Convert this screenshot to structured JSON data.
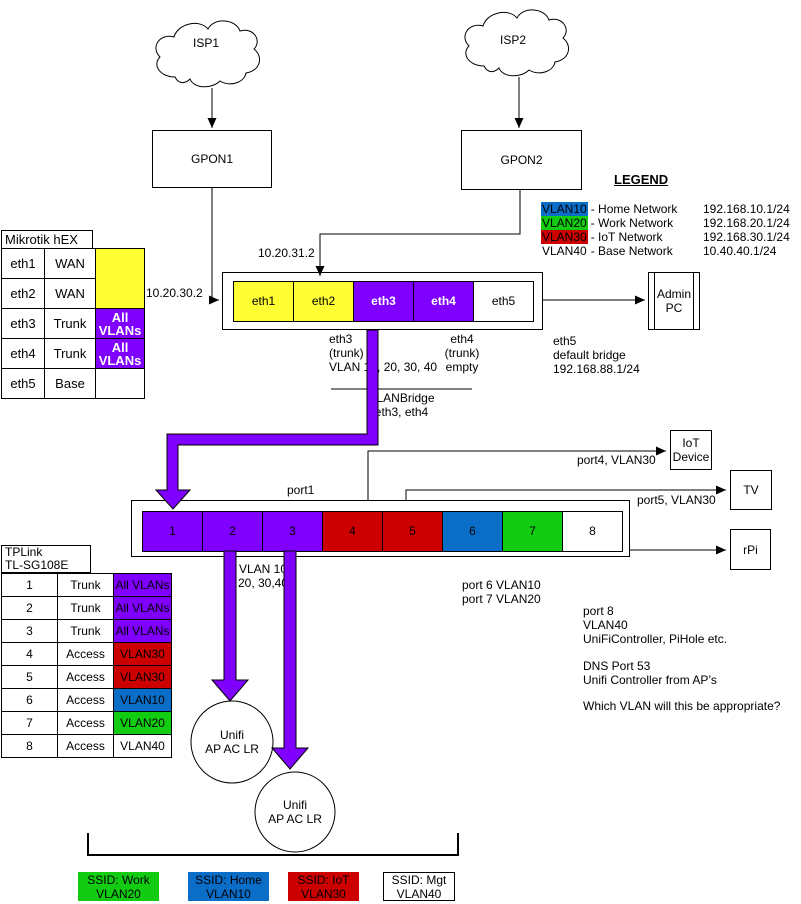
{
  "colors": {
    "purple": "#7F00FF",
    "yellow": "#FFFF33",
    "red": "#CC0000",
    "blue": "#0A6EC8",
    "green": "#12CC12"
  },
  "isp1": {
    "label": "ISP1"
  },
  "isp2": {
    "label": "ISP2"
  },
  "gpon1": {
    "label": "GPON1"
  },
  "gpon2": {
    "label": "GPON2"
  },
  "legend": {
    "title": "LEGEND",
    "rows": [
      {
        "vlan": "VLAN10",
        "desc": "- Home Network",
        "subnet": "192.168.10.1/24",
        "color": "#0A6EC8"
      },
      {
        "vlan": "VLAN20",
        "desc": "- Work Network",
        "subnet": "192.168.20.1/24",
        "color": "#12CC12"
      },
      {
        "vlan": "VLAN30",
        "desc": "- IoT Network",
        "subnet": "192.168.30.1/24",
        "color": "#CC0000"
      },
      {
        "vlan": "VLAN40",
        "desc": "- Base Network",
        "subnet": "10.40.40.1/24",
        "color": "none"
      }
    ]
  },
  "mikrotik": {
    "title": "Mikrotik hEX",
    "rows": [
      {
        "port": "eth1",
        "role": "WAN",
        "vlan": ""
      },
      {
        "port": "eth2",
        "role": "WAN",
        "vlan": ""
      },
      {
        "port": "eth3",
        "role": "Trunk",
        "vlan_line1": "All",
        "vlan_line2": "VLANs"
      },
      {
        "port": "eth4",
        "role": "Trunk",
        "vlan_line1": "All",
        "vlan_line2": "VLANs"
      },
      {
        "port": "eth5",
        "role": "Base",
        "vlan": ""
      }
    ]
  },
  "router": {
    "ports": [
      {
        "label": "eth1"
      },
      {
        "label": "eth2"
      },
      {
        "label": "eth3"
      },
      {
        "label": "eth4"
      },
      {
        "label": "eth5"
      }
    ],
    "wan1_ip": "10.20.30.2",
    "wan2_ip": "10.20.31.2",
    "eth3_note": {
      "l1": "eth3",
      "l2": "(trunk)",
      "l3": "VLAN 10, 20, 30, 40"
    },
    "eth4_note": {
      "l1": "eth4",
      "l2": "(trunk)",
      "l3": "empty"
    },
    "eth5_note": {
      "l1": "eth5",
      "l2": "default bridge",
      "l3": "192.168.88.1/24"
    },
    "bridge_note": {
      "l1": "VLANBridge",
      "l2": "eth3, eth4"
    }
  },
  "admin_pc": {
    "l1": "Admin",
    "l2": "PC"
  },
  "switch": {
    "ports": [
      {
        "label": "1"
      },
      {
        "label": "2"
      },
      {
        "label": "3"
      },
      {
        "label": "4"
      },
      {
        "label": "5"
      },
      {
        "label": "6"
      },
      {
        "label": "7"
      },
      {
        "label": "8"
      }
    ],
    "port1_label": "port1",
    "trunk_note": {
      "l1": "VLAN 10",
      "l2": "20, 30,40"
    },
    "port4_label": "port4, VLAN30",
    "port5_label": "port5, VLAN30",
    "port67_note": {
      "l1": "port 6 VLAN10",
      "l2": "port 7 VLAN20"
    },
    "port8_note": {
      "l1": "port 8",
      "l2": "VLAN40",
      "l3": "UniFiController, PiHole etc."
    }
  },
  "tplink": {
    "title_l1": "TPLink",
    "title_l2": "TL-SG108E",
    "rows": [
      {
        "port": "1",
        "mode": "Trunk",
        "vlan": "All VLANs"
      },
      {
        "port": "2",
        "mode": "Trunk",
        "vlan": "All VLANs"
      },
      {
        "port": "3",
        "mode": "Trunk",
        "vlan": "All VLANs"
      },
      {
        "port": "4",
        "mode": "Access",
        "vlan": "VLAN30"
      },
      {
        "port": "5",
        "mode": "Access",
        "vlan": "VLAN30"
      },
      {
        "port": "6",
        "mode": "Access",
        "vlan": "VLAN10"
      },
      {
        "port": "7",
        "mode": "Access",
        "vlan": "VLAN20"
      },
      {
        "port": "8",
        "mode": "Access",
        "vlan": "VLAN40"
      }
    ]
  },
  "devices": {
    "iot": {
      "l1": "IoT",
      "l2": "Device"
    },
    "tv": {
      "label": "TV"
    },
    "rpi": {
      "label": "rPi"
    }
  },
  "aps": [
    {
      "l1": "Unifi",
      "l2": "AP AC LR"
    },
    {
      "l1": "Unifi",
      "l2": "AP AC LR"
    }
  ],
  "notes": {
    "dns": {
      "l1": "DNS Port 53",
      "l2": "Unifi Controller from AP’s"
    },
    "question": "Which VLAN will this be appropriate?"
  },
  "ssids": [
    {
      "l1": "SSID: Work",
      "l2": "VLAN20",
      "color": "#12CC12"
    },
    {
      "l1": "SSID: Home",
      "l2": "VLAN10",
      "color": "#0A6EC8"
    },
    {
      "l1": "SSID: IoT",
      "l2": "VLAN30",
      "color": "#CC0000"
    },
    {
      "l1": "SSID: Mgt",
      "l2": "VLAN40",
      "color": "#FFFFFF"
    }
  ]
}
